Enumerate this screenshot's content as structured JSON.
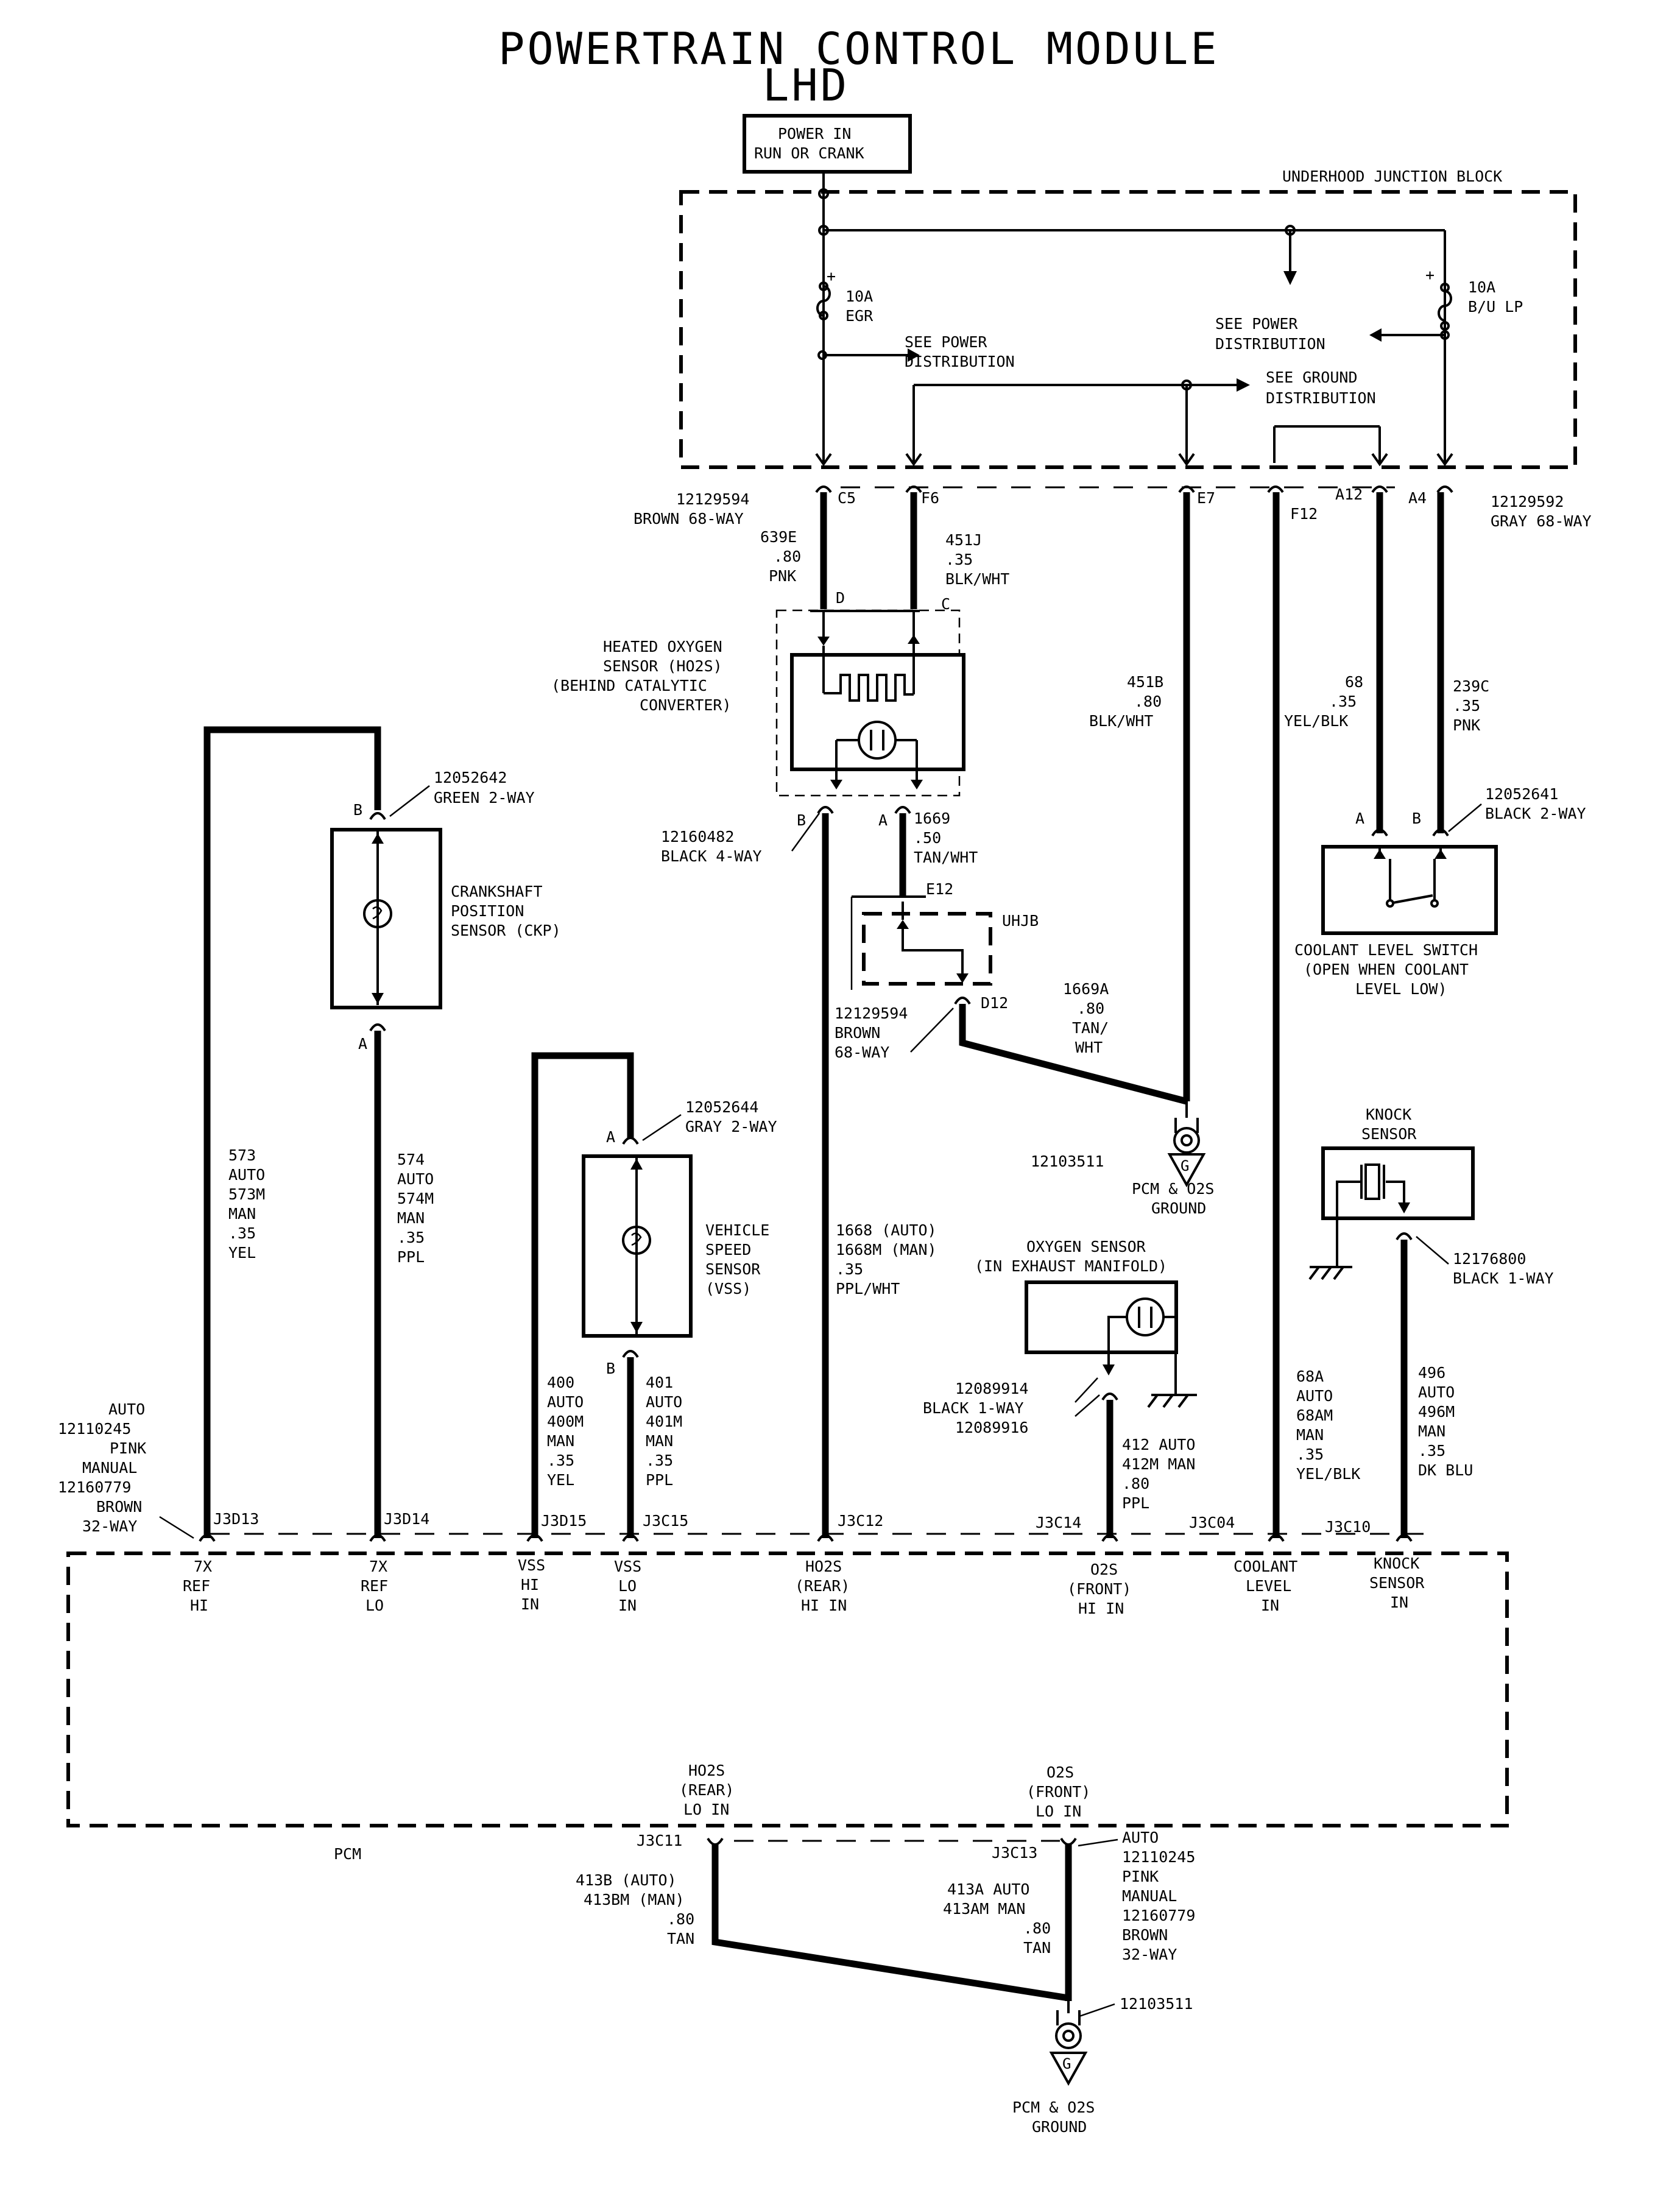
{
  "title": {
    "line1": "POWERTRAIN CONTROL MODULE",
    "line2": "LHD"
  },
  "power_box": {
    "line1": "POWER IN",
    "line2": "RUN OR CRANK"
  },
  "ujb": {
    "label": "UNDERHOOD JUNCTION BLOCK",
    "fuse_egr": {
      "amps": "10A",
      "name": "EGR"
    },
    "fuse_bulp": {
      "amps": "10A",
      "name": "B/U LP"
    },
    "see_power_left": {
      "line1": "SEE POWER",
      "line2": "DISTRIBUTION"
    },
    "see_power_right": {
      "line1": "SEE POWER",
      "line2": "DISTRIBUTION"
    },
    "see_ground": {
      "line1": "SEE GROUND",
      "line2": "DISTRIBUTION"
    }
  },
  "conn_ujb_left": {
    "part": "12129594",
    "desc": "BROWN 68-WAY"
  },
  "conn_ujb_right": {
    "part": "12129592",
    "desc": "GRAY 68-WAY"
  },
  "pins": {
    "c5": "C5",
    "f6": "F6",
    "e7": "E7",
    "f12": "F12",
    "a12": "A12",
    "a4": "A4",
    "d": "D",
    "c": "C",
    "b": "B",
    "a": "A",
    "e12": "E12",
    "d12": "D12"
  },
  "wires": {
    "w639e": {
      "num": "639E",
      "gauge": ".80",
      "color": "PNK"
    },
    "w451j": {
      "num": "451J",
      "gauge": ".35",
      "color": "BLK/WHT"
    },
    "w451b": {
      "num": "451B",
      "gauge": ".80",
      "color": "BLK/WHT"
    },
    "w68": {
      "num": "68",
      "gauge": ".35",
      "color": "YEL/BLK"
    },
    "w239c": {
      "num": "239C",
      "gauge": ".35",
      "color": "PNK"
    },
    "w1669": {
      "num": "1669",
      "gauge": ".50",
      "color": "TAN/WHT"
    },
    "w1669a": {
      "num": "1669A",
      "gauge": ".80",
      "color1": "TAN/",
      "color2": "WHT"
    },
    "w573": {
      "l1": "573",
      "l2": "AUTO",
      "l3": "573M",
      "l4": "MAN",
      "l5": ".35",
      "l6": "YEL"
    },
    "w574": {
      "l1": "574",
      "l2": "AUTO",
      "l3": "574M",
      "l4": "MAN",
      "l5": ".35",
      "l6": "PPL"
    },
    "w400": {
      "l1": "400",
      "l2": "AUTO",
      "l3": "400M",
      "l4": "MAN",
      "l5": ".35",
      "l6": "YEL"
    },
    "w401": {
      "l1": "401",
      "l2": "AUTO",
      "l3": "401M",
      "l4": "MAN",
      "l5": ".35",
      "l6": "PPL"
    },
    "w1668": {
      "l1": "1668 (AUTO)",
      "l2": "1668M (MAN)",
      "l3": ".35",
      "l4": "PPL/WHT"
    },
    "w412": {
      "l1": "412 AUTO",
      "l2": "412M MAN",
      "l3": ".80",
      "l4": "PPL"
    },
    "w68a": {
      "l1": "68A",
      "l2": "AUTO",
      "l3": "68AM",
      "l4": "MAN",
      "l5": ".35",
      "l6": "YEL/BLK"
    },
    "w496": {
      "l1": "496",
      "l2": "AUTO",
      "l3": "496M",
      "l4": "MAN",
      "l5": ".35",
      "l6": "DK BLU"
    },
    "w413b": {
      "l1": "413B (AUTO)",
      "l2": "413BM (MAN)",
      "l3": ".80",
      "l4": "TAN"
    },
    "w413a": {
      "l1": "413A AUTO",
      "l2": "413AM MAN",
      "l3": ".80",
      "l4": "TAN"
    }
  },
  "ho2s": {
    "l1": "HEATED OXYGEN",
    "l2": "SENSOR (HO2S)",
    "l3": "(BEHIND CATALYTIC",
    "l4": "CONVERTER)"
  },
  "conn_ho2s": {
    "part": "12160482",
    "desc": "BLACK 4-WAY"
  },
  "ckp": {
    "l1": "CRANKSHAFT",
    "l2": "POSITION",
    "l3": "SENSOR (CKP)"
  },
  "conn_ckp": {
    "part": "12052642",
    "desc": "GREEN 2-WAY"
  },
  "vss": {
    "l1": "VEHICLE",
    "l2": "SPEED",
    "l3": "SENSOR",
    "l4": "(VSS)"
  },
  "conn_vss": {
    "part": "12052644",
    "desc": "GRAY 2-WAY"
  },
  "coolant": {
    "l1": "COOLANT  LEVEL  SWITCH",
    "l2": "(OPEN WHEN COOLANT",
    "l3": "LEVEL LOW)"
  },
  "conn_coolant": {
    "part": "12052641",
    "desc": "BLACK 2-WAY"
  },
  "uhjb": {
    "label": "UHJB",
    "part": "12129594",
    "l2": "BROWN",
    "l3": "68-WAY"
  },
  "ground1": {
    "part": "12103511",
    "l1": "PCM & O2S",
    "l2": "GROUND",
    "g": "G"
  },
  "ground2": {
    "part": "12103511",
    "l1": "PCM & O2S",
    "l2": "GROUND",
    "g": "G"
  },
  "knock": {
    "l1": "KNOCK",
    "l2": "SENSOR"
  },
  "conn_knock": {
    "part": "12176800",
    "desc": "BLACK 1-WAY"
  },
  "o2s": {
    "l1": "OXYGEN  SENSOR",
    "l2": "(IN EXHAUST MANIFOLD)"
  },
  "conn_o2s": {
    "p1": "12089914",
    "desc": "BLACK 1-WAY",
    "p2": "12089916"
  },
  "pcm_conn_top": {
    "l1": "AUTO",
    "l2": "12110245",
    "l3": "PINK",
    "l4": "MANUAL",
    "l5": "12160779",
    "l6": "BROWN",
    "l7": "32-WAY"
  },
  "pcm_conn_bot": {
    "l1": "AUTO",
    "l2": "12110245",
    "l3": "PINK",
    "l4": "MANUAL",
    "l5": "12160779",
    "l6": "BROWN",
    "l7": "32-WAY"
  },
  "pcm": {
    "label": "PCM",
    "p_j3d13": "J3D13",
    "p_j3d14": "J3D14",
    "p_j3d15": "J3D15",
    "p_j3c15": "J3C15",
    "p_j3c12": "J3C12",
    "p_j3c14": "J3C14",
    "p_j3c04": "J3C04",
    "p_j3c10": "J3C10",
    "p_j3c11": "J3C11",
    "p_j3c13": "J3C13",
    "f_7xhi": {
      "l1": "7X",
      "l2": "REF",
      "l3": "HI"
    },
    "f_7xlo": {
      "l1": "7X",
      "l2": "REF",
      "l3": "LO"
    },
    "f_vsshi": {
      "l1": "VSS",
      "l2": "HI",
      "l3": "IN"
    },
    "f_vsslo": {
      "l1": "VSS",
      "l2": "LO",
      "l3": "IN"
    },
    "f_ho2shi": {
      "l1": "HO2S",
      "l2": "(REAR)",
      "l3": "HI IN"
    },
    "f_o2shi": {
      "l1": "O2S",
      "l2": "(FRONT)",
      "l3": "HI IN"
    },
    "f_cool": {
      "l1": "COOLANT",
      "l2": "LEVEL",
      "l3": "IN"
    },
    "f_knock": {
      "l1": "KNOCK",
      "l2": "SENSOR",
      "l3": "IN"
    },
    "f_ho2slo": {
      "l1": "HO2S",
      "l2": "(REAR)",
      "l3": "LO IN"
    },
    "f_o2slo": {
      "l1": "O2S",
      "l2": "(FRONT)",
      "l3": "LO IN"
    }
  }
}
